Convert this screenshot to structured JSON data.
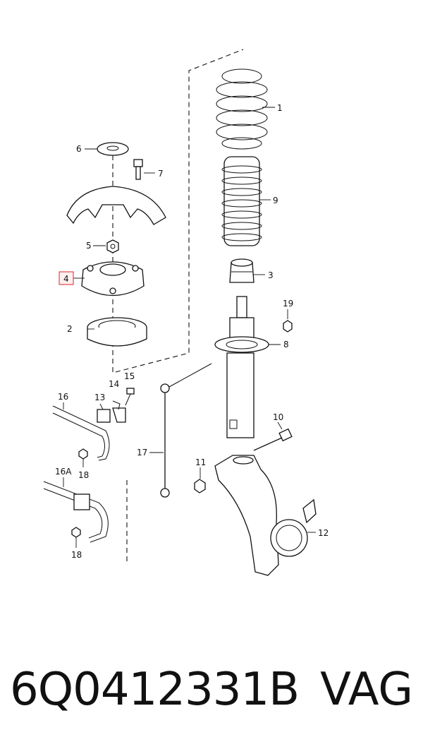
{
  "diagram": {
    "callouts": {
      "c1": "1",
      "c2": "2",
      "c3": "3",
      "c4": "4",
      "c5": "5",
      "c6": "6",
      "c7": "7",
      "c8": "8",
      "c9": "9",
      "c10": "10",
      "c11": "11",
      "c12": "12",
      "c13": "13",
      "c14": "14",
      "c15": "15",
      "c16": "16",
      "c16a": "16A",
      "c17": "17",
      "c18a": "18",
      "c18b": "18",
      "c19": "19"
    },
    "highlighted_callout": "4",
    "highlight_color": "#dd2222"
  },
  "footer": {
    "part_number": "6Q0412331B",
    "brand": "VAG"
  }
}
